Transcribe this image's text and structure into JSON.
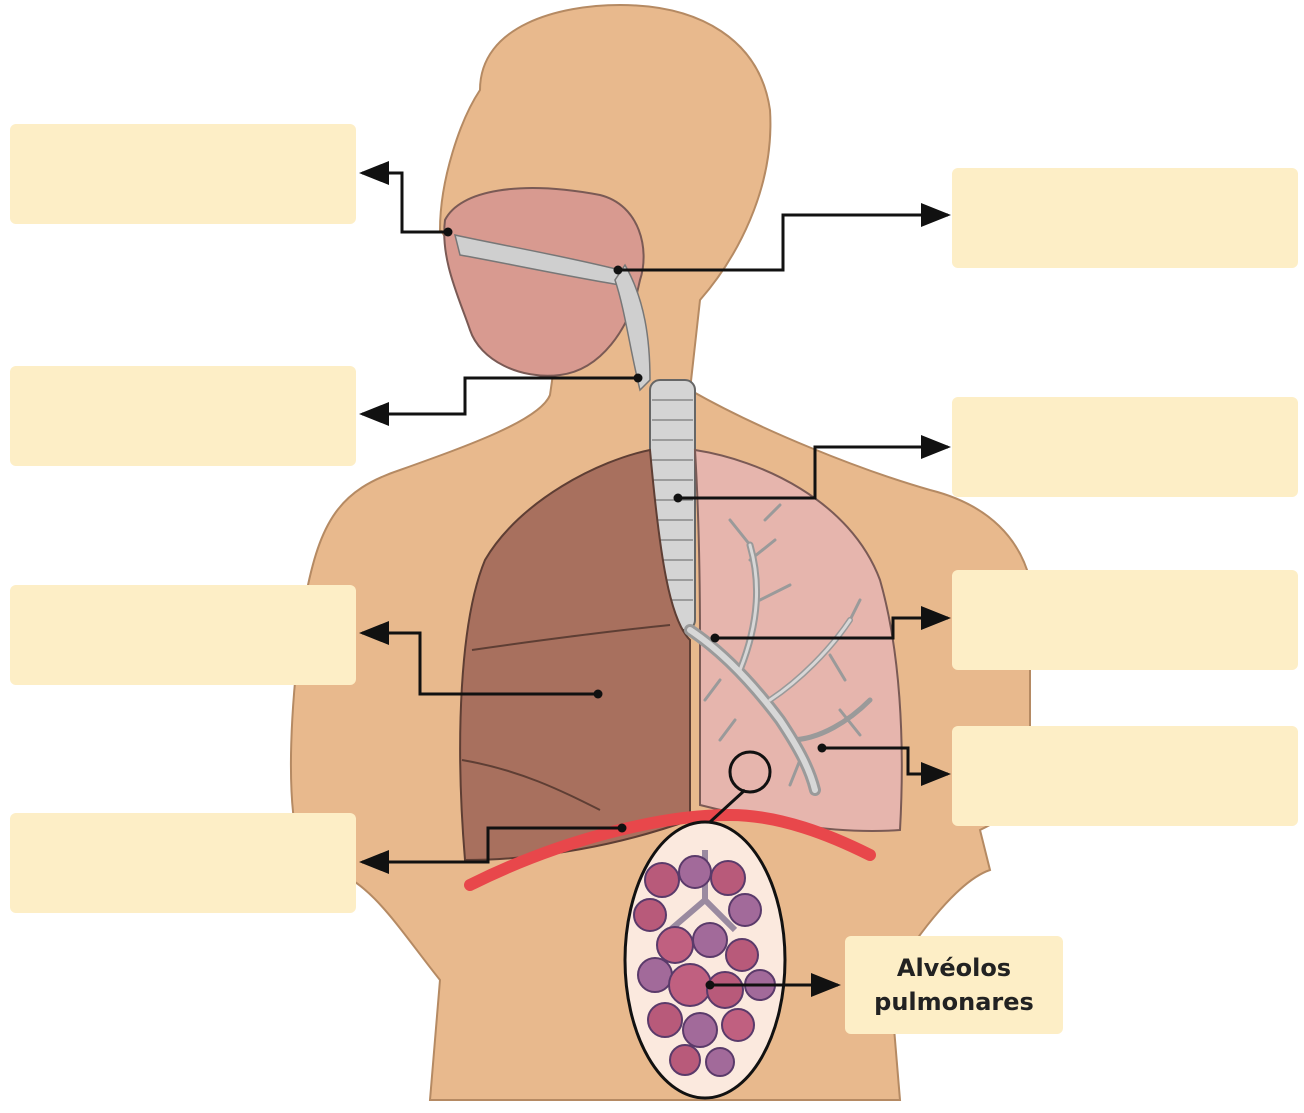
{
  "labels": {
    "left": [
      "",
      "",
      "",
      ""
    ],
    "right": [
      "",
      "",
      "",
      ""
    ],
    "alveoli": {
      "line1": "Alvéolos",
      "line2": "pulmonares"
    }
  },
  "colors": {
    "skin": "#e8b98d",
    "skin_outline": "#b58a63",
    "label_fill": "#fdeec6",
    "right_lung": "#a8705e",
    "left_lung": "#e6b5ad",
    "airway": "#d4d4d4",
    "diaphragm": "#e8474b",
    "alveoli": "#b85a7a",
    "arrow": "#111111"
  },
  "icons": [
    "arrow-left",
    "arrow-right",
    "anchor-dot"
  ]
}
